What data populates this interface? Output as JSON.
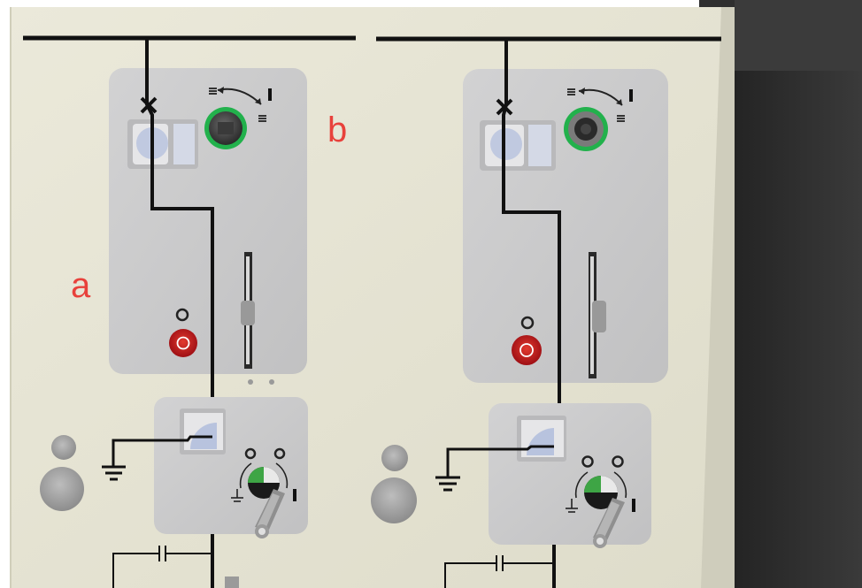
{
  "labels": {
    "a": "a",
    "b": "b"
  },
  "panel_symbols": {
    "on": "I",
    "off": "O",
    "earth": "⏚"
  },
  "colors": {
    "label_red": "#e8413b",
    "cabinet_face": "#e6e4d4",
    "panel_grey": "#c9c9ca",
    "busbar": "#111111",
    "indicator_green": "#22b14c",
    "button_red": "#c8161d",
    "dark_wall": "#2b2b2b"
  },
  "icons": {
    "switch_symbol": "x-switch-icon",
    "earth_symbol": "ground-icon",
    "capacitor_symbol": "capacitor-icon"
  }
}
